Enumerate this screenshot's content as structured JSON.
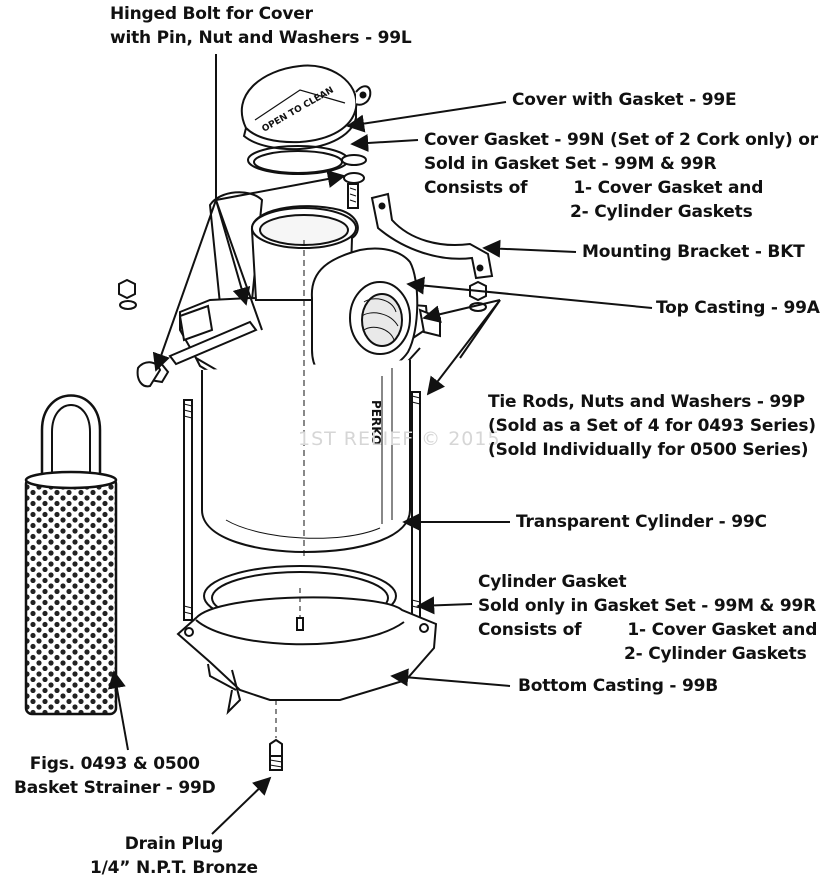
{
  "callouts": {
    "hinged_bolt": [
      "Hinged Bolt for Cover",
      "with Pin, Nut and Washers - 99L"
    ],
    "cover": "Cover with Gasket - 99E",
    "cover_gasket": {
      "line1": "Cover Gasket - 99N (Set of 2 Cork only) or",
      "line2": "Sold in Gasket Set - 99M & 99R",
      "consists_label": "Consists of",
      "item1": "1- Cover Gasket and",
      "item2": "2- Cylinder Gaskets"
    },
    "mounting_bracket": "Mounting Bracket - BKT",
    "top_casting": "Top Casting - 99A",
    "tie_rods": [
      "Tie Rods, Nuts and Washers - 99P",
      "(Sold as a Set of 4 for 0493 Series)",
      "(Sold Individually for 0500 Series)"
    ],
    "cylinder": "Transparent Cylinder - 99C",
    "cylinder_gasket": {
      "line1": "Cylinder Gasket",
      "line2": "Sold only in Gasket Set - 99M & 99R",
      "consists_label": "Consists of",
      "item1": "1- Cover Gasket and",
      "item2": "2- Cylinder Gaskets"
    },
    "bottom_casting": "Bottom Casting - 99B",
    "basket": [
      "Figs. 0493 & 0500",
      "Basket Strainer - 99D"
    ],
    "drain_plug": [
      "Drain Plug",
      "1/4” N.P.T. Bronze"
    ]
  },
  "part_markings": {
    "cover_text": "OPEN TO CLEAN",
    "brand": "PERKO"
  },
  "watermark": "1ST RELIEF © 2015"
}
